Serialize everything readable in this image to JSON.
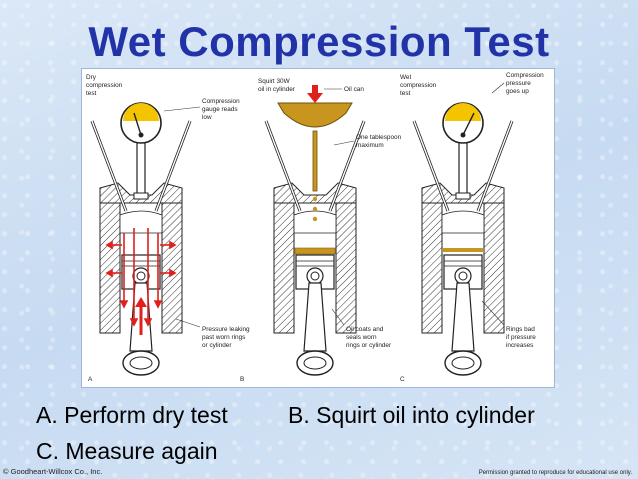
{
  "title": "Wet Compression Test",
  "captions": {
    "a": "A. Perform dry test",
    "b": "B. Squirt oil into cylinder",
    "c": "C. Measure again"
  },
  "footer": {
    "left": "© Goodheart-Willcox Co., Inc.",
    "right": "Permission granted to reproduce for educational use only."
  },
  "figure": {
    "panel_letters": [
      "A",
      "B",
      "C"
    ],
    "labels": {
      "dry_l1": "Dry",
      "dry_l2": "compression",
      "dry_l3": "test",
      "gauge_l1": "Compression",
      "gauge_l2": "gauge reads",
      "gauge_l3": "low",
      "squirt_l1": "Squirt 30W",
      "squirt_l2": "oil in cylinder",
      "oilcan": "Oil can",
      "tbsp_l1": "One tablespoon",
      "tbsp_l2": "maximum",
      "leak_l1": "Pressure leaking",
      "leak_l2": "past worn rings",
      "leak_l3": "or cylinder",
      "coats_l1": "Oil coats and",
      "coats_l2": "seals worn",
      "coats_l3": "rings or cylinder",
      "wet_l1": "Wet",
      "wet_l2": "compression",
      "wet_l3": "test",
      "up_l1": "Compression",
      "up_l2": "pressure",
      "up_l3": "goes up",
      "bad_l1": "Rings bad",
      "bad_l2": "if pressure",
      "bad_l3": "increases"
    },
    "colors": {
      "gauge_face": "#f5c400",
      "arrow_red": "#e0201c",
      "oil": "#c8961e",
      "hatch": "#333333"
    }
  }
}
